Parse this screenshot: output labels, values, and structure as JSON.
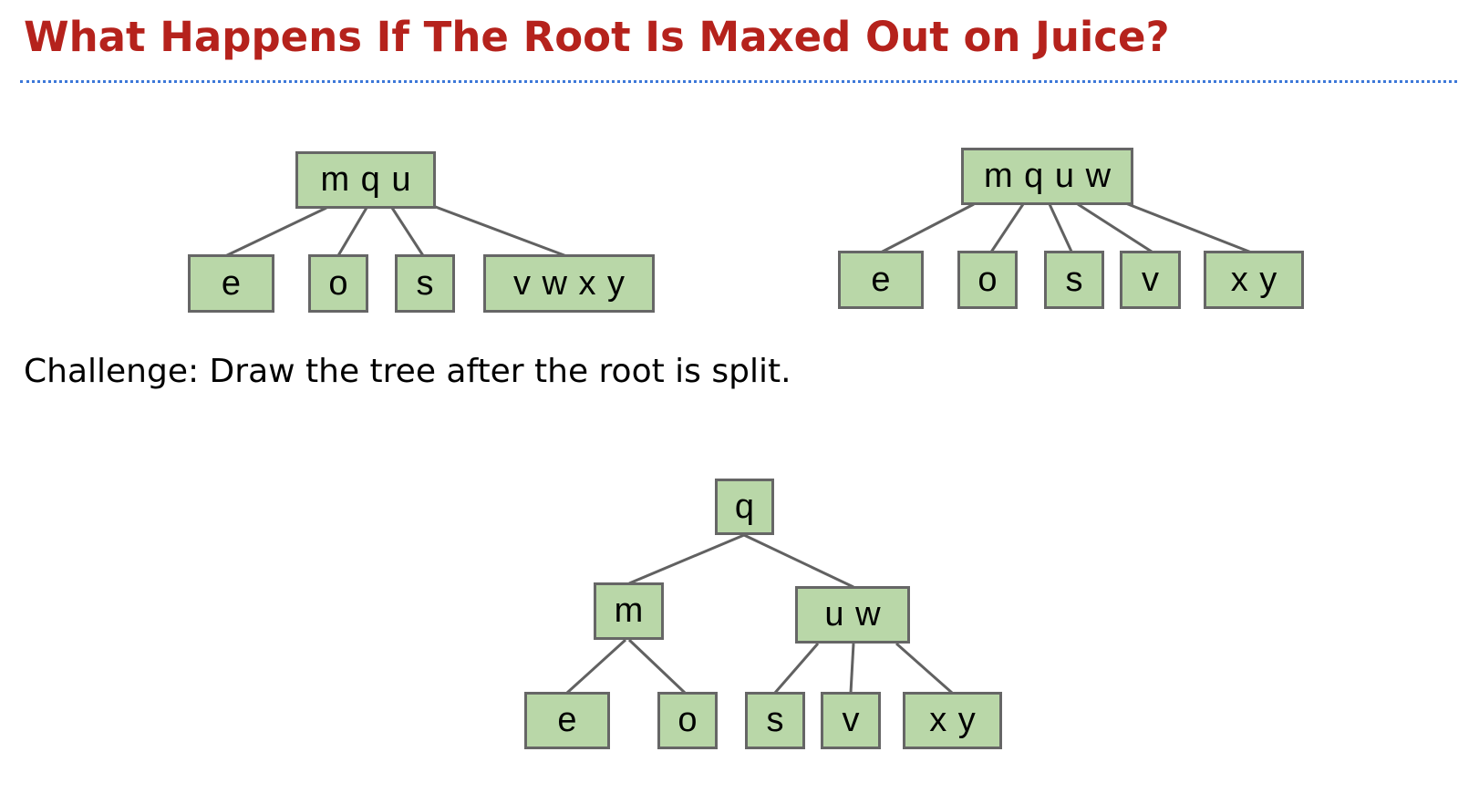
{
  "title": "What Happens If The Root Is Maxed Out on Juice?",
  "challenge": "Challenge: Draw the tree after the root is split.",
  "trees": {
    "left": {
      "root": "m q u",
      "children": [
        "e",
        "o",
        "s",
        "v w x y"
      ]
    },
    "right": {
      "root": "m q u w",
      "children": [
        "e",
        "o",
        "s",
        "v",
        "x y"
      ]
    },
    "bottom": {
      "root": "q",
      "left_internal": "m",
      "right_internal": "u w",
      "leaves": [
        "e",
        "o",
        "s",
        "v",
        "x y"
      ]
    }
  },
  "colors": {
    "title": "#b5221c",
    "rule": "#3d78d8",
    "node_fill": "#b9d7a8",
    "node_border": "#666666",
    "edge": "#616161"
  }
}
